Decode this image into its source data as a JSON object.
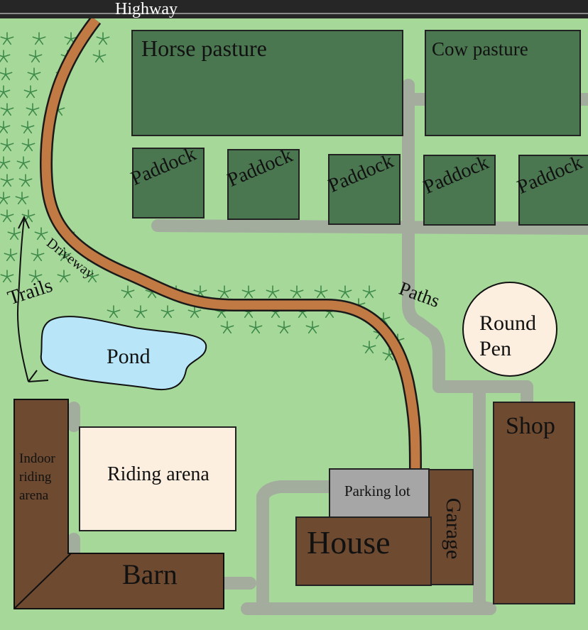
{
  "title": "",
  "labels": {
    "highway": "Highway",
    "horse_pasture": "Horse pasture",
    "cow_pasture": "Cow pasture",
    "paddocks": [
      "Paddock",
      "Paddock",
      "Paddock",
      "Paddock",
      "Paddock"
    ],
    "driveway": "Driveway",
    "trails": "Trails",
    "paths": "Paths",
    "pond": "Pond",
    "round_pen": "Round Pen",
    "shop": "Shop",
    "indoor_riding_arena": "Indoor riding arena",
    "riding_arena": "Riding arena",
    "parking_lot": "Parking lot",
    "garage": "Garage",
    "house": "House",
    "barn": "Barn"
  },
  "colors": {
    "grass": "#a6d89a",
    "pasture": "#4a7650",
    "building": "#6e4a30",
    "arena": "#fcefdf",
    "pond": "#b8e6f8",
    "driveway": "#c27a44",
    "path": "#a3a89e",
    "parking": "#a6a6a6",
    "highway": "#262626",
    "tree": "#3e8a4a"
  }
}
